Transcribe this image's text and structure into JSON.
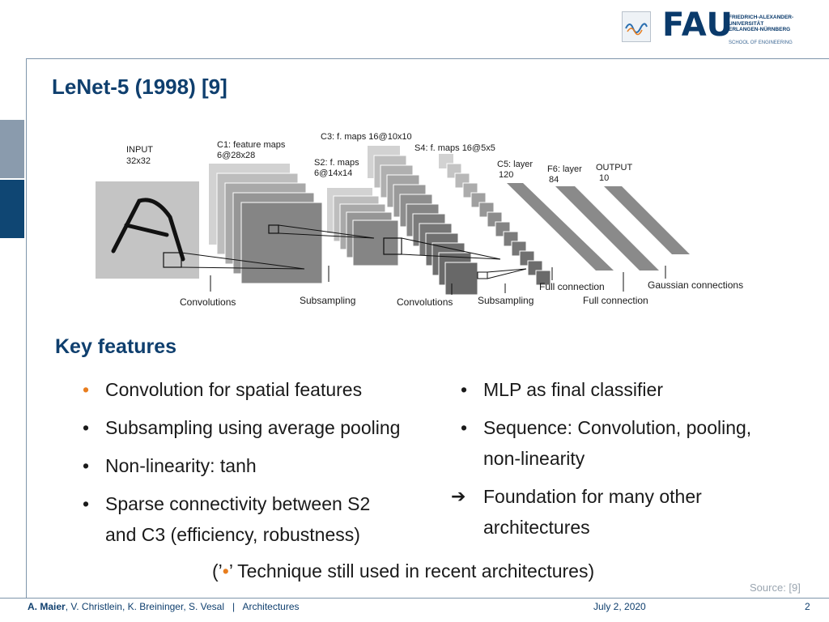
{
  "header": {
    "fau_wordmark": "FAU",
    "university_lines": [
      "FRIEDRICH-ALEXANDER-",
      "UNIVERSITÄT",
      "ERLANGEN-NÜRNBERG"
    ],
    "school": "SCHOOL OF ENGINEERING",
    "left_icon": "waveform-logo-icon"
  },
  "slide": {
    "title": "LeNet-5 (1998) [9]"
  },
  "diagram": {
    "input_label": "INPUT",
    "input_size": "32x32",
    "c1_label": "C1: feature maps",
    "c1_size": "6@28x28",
    "s2_label": "S2: f. maps",
    "s2_size": "6@14x14",
    "c3_label": "C3: f. maps 16@10x10",
    "s4_label": "S4: f. maps 16@5x5",
    "c5_label": "C5: layer",
    "c5_size": "120",
    "f6_label": "F6: layer",
    "f6_size": "84",
    "output_label": "OUTPUT",
    "output_size": "10",
    "op_convolutions_1": "Convolutions",
    "op_subsampling_1": "Subsampling",
    "op_convolutions_2": "Convolutions",
    "op_subsampling_2": "Subsampling",
    "op_full_connection_1": "Full connection",
    "op_full_connection_2": "Full connection",
    "op_gaussian": "Gaussian connections"
  },
  "features": {
    "heading": "Key features",
    "left": [
      {
        "marker": "orange-dot",
        "text_lines": [
          "Convolution for spatial features"
        ]
      },
      {
        "marker": "dark-dot",
        "text_lines": [
          "Subsampling using average pooling"
        ]
      },
      {
        "marker": "dark-dot",
        "text_lines": [
          "Non-linearity: tanh"
        ]
      },
      {
        "marker": "dark-dot",
        "text_lines": [
          "Sparse connectivity between S2",
          "and C3 (efficiency, robustness)"
        ]
      }
    ],
    "right": [
      {
        "marker": "dark-dot",
        "text_lines": [
          "MLP as final classifier"
        ]
      },
      {
        "marker": "dark-dot",
        "text_lines": [
          "Sequence: Convolution, pooling,",
          "non-linearity"
        ]
      },
      {
        "marker": "arrow",
        "text_lines": [
          "Foundation for many other",
          "architectures"
        ]
      }
    ],
    "footnote_open": "(’",
    "footnote_dot": "•",
    "footnote_rest": "’ Technique still used in recent architectures)"
  },
  "source": "Source: [9]",
  "footer": {
    "author_bold": "A. Maier",
    "authors_rest": ", V. Christlein, K. Breininger, S. Vesal",
    "separator": "|",
    "topic": "Architectures",
    "date": "July 2, 2020",
    "page": "2"
  },
  "colors": {
    "accent_blue": "#0f3f6e",
    "bullet_orange": "#e87d1e",
    "frame": "#7f95ab"
  }
}
